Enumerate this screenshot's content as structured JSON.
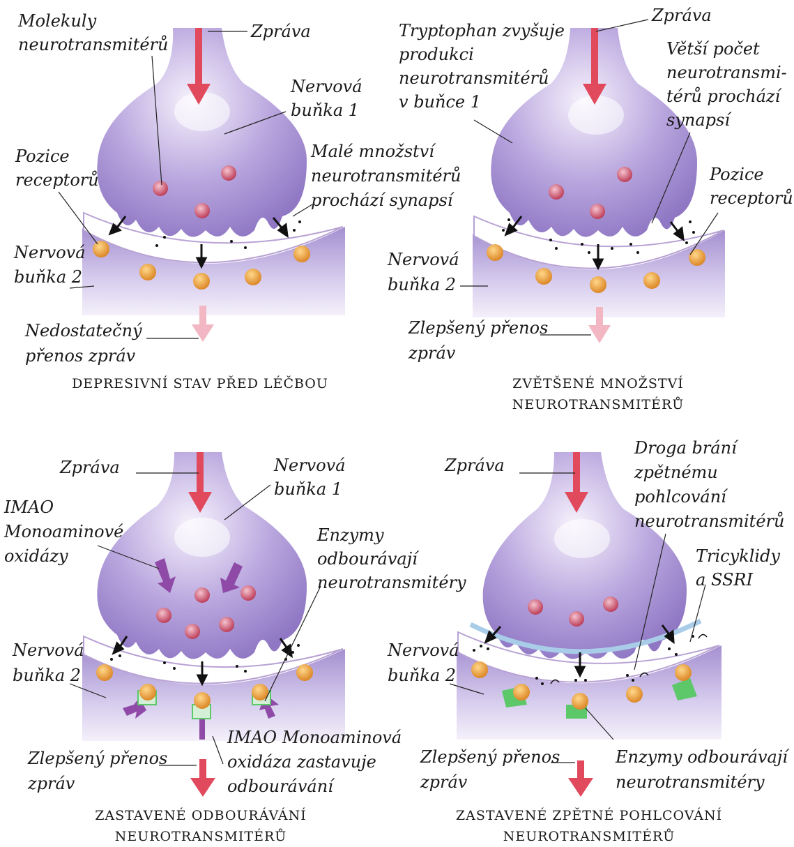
{
  "colors": {
    "neuron": "#a48fd0",
    "neuron_light": "#e6def5",
    "message_arrow": "#e04a5c",
    "weak_arrow": "#f2b7c3",
    "receptor": "#f0a23a",
    "mao_arrow": "#8e4aa6",
    "enzyme": "#5cc86a",
    "membrane": "#a9cde8"
  },
  "panels": [
    {
      "id": "p1",
      "caption_lines": [
        "DEPRESIVNÍ STAV PŘED LÉČBOU"
      ],
      "labels": {
        "molekuly": [
          "Molekuly",
          "neurotransmitérů"
        ],
        "zprava": [
          "Zpráva"
        ],
        "nervova1": [
          "Nervová",
          "buňka 1"
        ],
        "pozice": [
          "Pozice",
          "receptorů"
        ],
        "male": [
          "Malé množství",
          "neurotransmitérů",
          "prochází synapsí"
        ],
        "nervova2": [
          "Nervová",
          "buňka 2"
        ],
        "nedostatecny": [
          "Nedostatečný",
          "přenos zpráv"
        ]
      }
    },
    {
      "id": "p2",
      "caption_lines": [
        "ZVĚTŠENÉ MNOŽSTVÍ",
        "NEUROTRANSMITÉRŮ"
      ],
      "labels": {
        "zprava": [
          "Zpráva"
        ],
        "tryptophan": [
          "Tryptophan zvyšuje",
          "produkci",
          "neurotransmitérů",
          "v buňce 1"
        ],
        "vetsi": [
          "Větší počet",
          "neurotransmi-",
          "térů prochází",
          "synapsí"
        ],
        "pozice": [
          "Pozice",
          "receptorů"
        ],
        "nervova2": [
          "Nervová",
          "buňka 2"
        ],
        "zlepseny": [
          "Zlepšený přenos",
          "zpráv"
        ]
      }
    },
    {
      "id": "p3",
      "caption_lines": [
        "ZASTAVENÉ ODBOURÁVÁNÍ",
        "NEUROTRANSMITÉRŮ"
      ],
      "labels": {
        "zprava": [
          "Zpráva"
        ],
        "nervova1": [
          "Nervová",
          "buňka 1"
        ],
        "imao": [
          "IMAO",
          "Monoaminové",
          "oxidázy"
        ],
        "enzymy": [
          "Enzymy",
          "odbourávají",
          "neurotransmitéry"
        ],
        "nervova2": [
          "Nervová",
          "buňka 2"
        ],
        "imao2": [
          "IMAO Monoaminová",
          "oxidáza zastavuje",
          "odbourávání"
        ],
        "zlepseny": [
          "Zlepšený přenos",
          "zpráv"
        ]
      }
    },
    {
      "id": "p4",
      "caption_lines": [
        "ZASTAVENÉ ZPĚTNÉ POHLCOVÁNÍ",
        "NEUROTRANSMITÉRŮ"
      ],
      "labels": {
        "zprava": [
          "Zpráva"
        ],
        "droga": [
          "Droga brání",
          "zpětnému",
          "pohlcování",
          "neurotransmitérů"
        ],
        "tricyklidy": [
          "Tricyklidy",
          "a SSRI"
        ],
        "nervova2": [
          "Nervová",
          "buňka 2"
        ],
        "zlepseny": [
          "Zlepšený přenos",
          "zpráv"
        ],
        "enzymy": [
          "Enzymy odbourávají",
          "neurotransmitéry"
        ]
      }
    }
  ]
}
